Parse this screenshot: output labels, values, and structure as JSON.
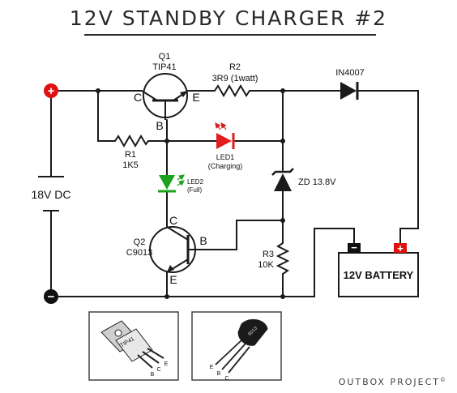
{
  "title": "12V STANDBY CHARGER #2",
  "footer": "OUTBOX PROJECT",
  "footer_mark": "©",
  "terminals": {
    "pos": "+",
    "neg": "−"
  },
  "source": {
    "label": "18V DC"
  },
  "q1": {
    "name": "Q1",
    "part": "TIP41",
    "c": "C",
    "b": "B",
    "e": "E"
  },
  "r2": {
    "name": "R2",
    "value": "3R9 (1watt)"
  },
  "d1": {
    "name": "IN4007"
  },
  "r1": {
    "name": "R1",
    "value": "1K5"
  },
  "led1": {
    "name": "LED1",
    "note": "(Charging)"
  },
  "led2": {
    "name": "LED2",
    "note": "(Full)"
  },
  "zd": {
    "name": "ZD 13.8V"
  },
  "q2": {
    "name": "Q2",
    "part": "C9013",
    "c": "C",
    "b": "B",
    "e": "E"
  },
  "r3": {
    "name": "R3",
    "value": "10K"
  },
  "battery": {
    "label": "12V BATTERY",
    "neg": "−",
    "pos": "+"
  },
  "pkg_to220": {
    "marking": "TIP41",
    "e": "E",
    "b": "B",
    "c": "C"
  },
  "pkg_to92": {
    "marking": "9013",
    "e": "E",
    "b": "B",
    "c": "C"
  },
  "colors": {
    "wire": "#1a1a1a",
    "terminal_red": "#e01010",
    "led_red": "#e21d1d",
    "led_green": "#1aa31a"
  }
}
